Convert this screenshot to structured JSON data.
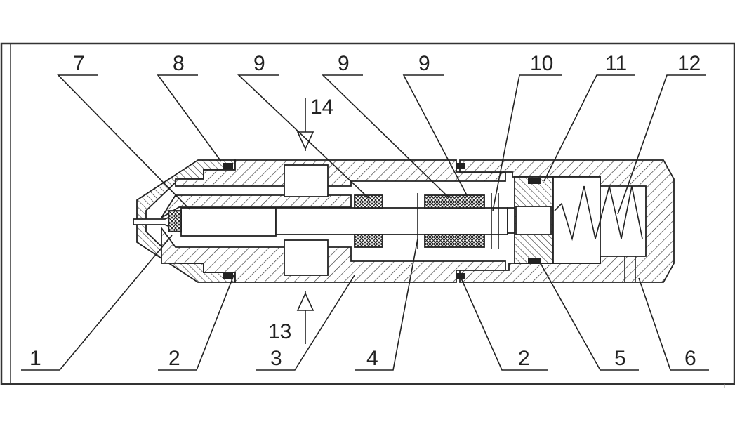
{
  "labels": {
    "top": [
      "7",
      "8",
      "9",
      "9",
      "9",
      "10",
      "11",
      "12"
    ],
    "bottom": [
      "1",
      "2",
      "3",
      "4",
      "2",
      "5",
      "6"
    ],
    "inlet": "13",
    "outlet": "14"
  }
}
